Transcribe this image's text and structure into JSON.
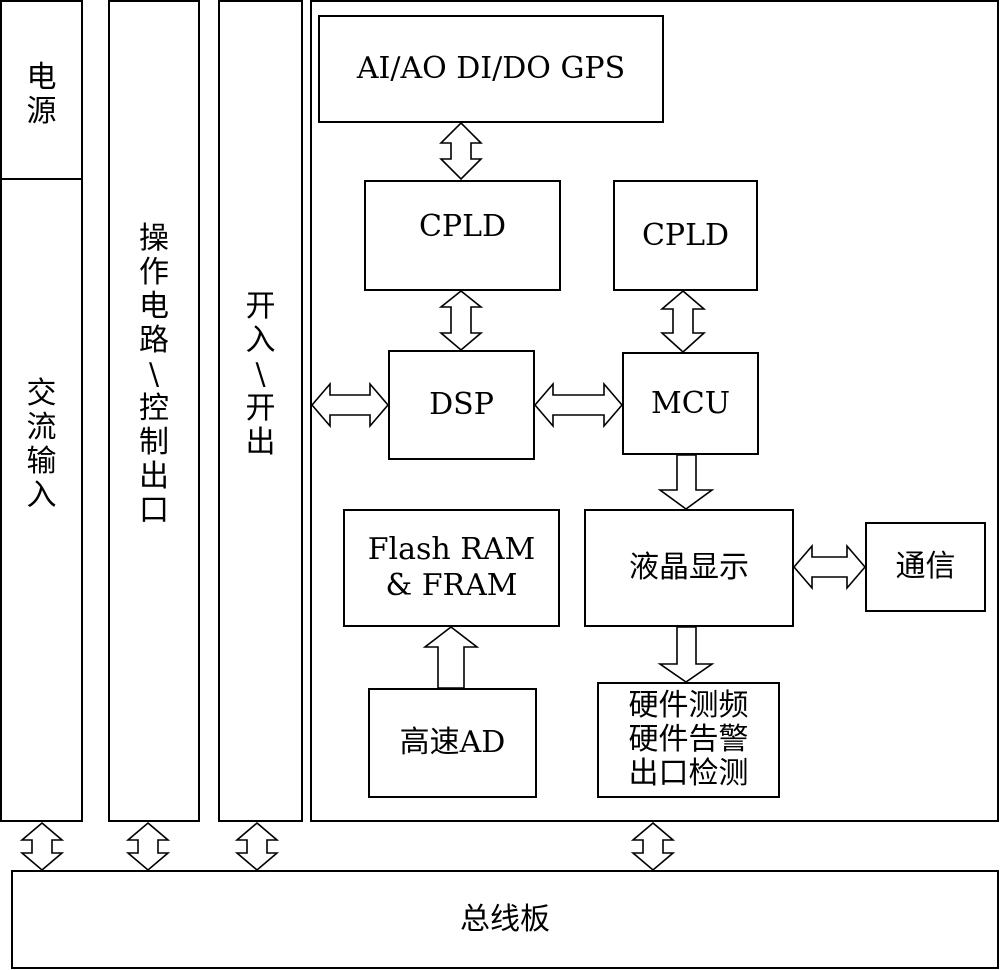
{
  "modules": {
    "power": "电源",
    "ac_input": "交流输入",
    "operation_control": "操作电路\\控制出口",
    "binary_io": "开入\\开出",
    "io_interfaces": "AI/AO DI/DO GPS",
    "cpld_left": "CPLD",
    "cpld_right": "CPLD",
    "dsp": "DSP",
    "mcu": "MCU",
    "memory": "Flash RAM\n& FRAM",
    "lcd_display": "液晶显示",
    "communication": "通信",
    "high_speed_ad": "高速AD",
    "hardware_functions": "硬件测频\n硬件告警\n出口检测",
    "bus_board": "总线板"
  }
}
